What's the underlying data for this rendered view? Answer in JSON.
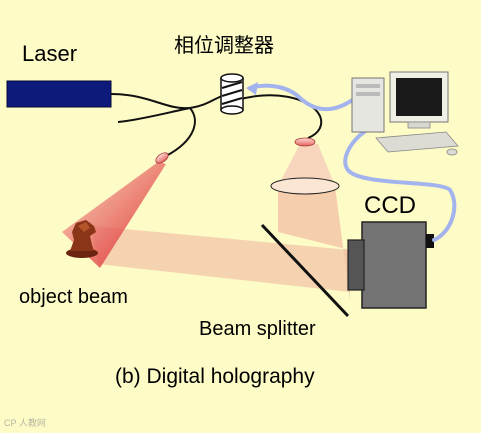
{
  "labels": {
    "laser": "Laser",
    "phase_shifter": "相位调整器",
    "ccd": "CCD",
    "object_beam": "object beam",
    "beam_splitter": "Beam splitter",
    "caption": "(b) Digital holography"
  },
  "watermark": "CP 人教网",
  "colors": {
    "background": "#fdfbc6",
    "laser_body": "#0d1a7a",
    "fiber": "#111111",
    "signal_cable": "#a3b3ee",
    "beam": "#f2c6a8",
    "object_cone": "#e23c3c",
    "ccd_body": "#707070"
  }
}
